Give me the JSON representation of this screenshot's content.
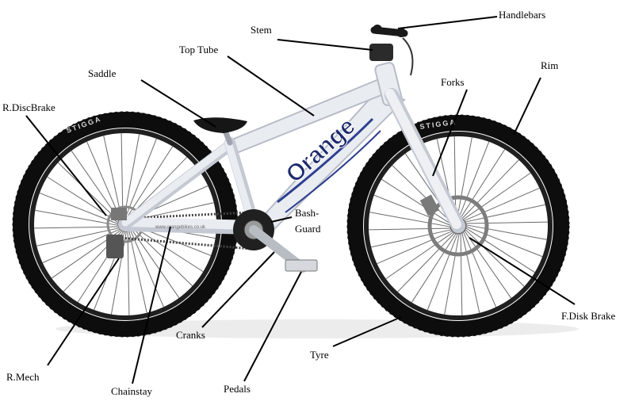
{
  "labels": {
    "handlebars": "Handlebars",
    "stem": "Stem",
    "top_tube": "Top Tube",
    "saddle": "Saddle",
    "rim": "Rim",
    "forks": "Forks",
    "r_disc_brake": "R.DiscBrake",
    "bash_guard_1": "Bash-",
    "bash_guard_2": "Guard",
    "cranks": "Cranks",
    "tyre": "Tyre",
    "f_disk_brake": "F.Disk Brake",
    "r_mech": "R.Mech",
    "chainstay": "Chainstay",
    "pedals": "Pedals"
  },
  "bike_text": {
    "brand": "Orange",
    "tyre_brand_rear": "STIGGA",
    "tyre_brand_front": "STIGGA",
    "url": "www.orangebikes.co.uk"
  },
  "colors": {
    "frame": "#e9ecf1",
    "frame_shade": "#c4c9d3",
    "tyre": "#0d0d0d",
    "spokes": "#6a6a6a",
    "accent": "#2e3f8f",
    "leader": "#000000"
  }
}
